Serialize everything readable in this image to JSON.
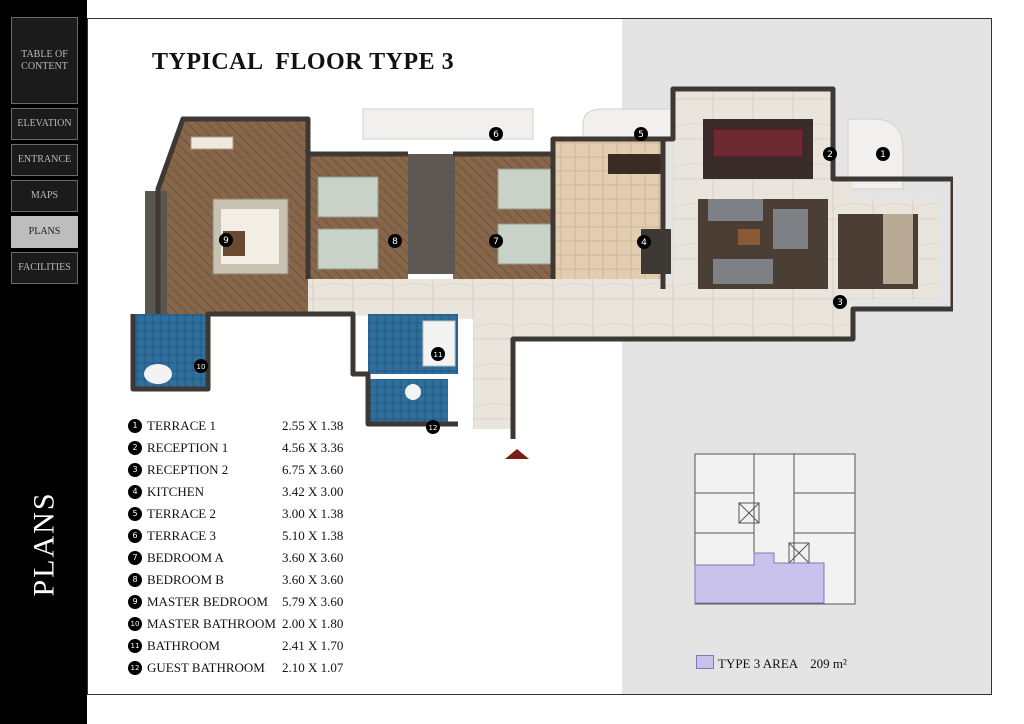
{
  "nav": {
    "items": [
      {
        "label": "TABLE OF CONTENT",
        "active": false
      },
      {
        "label": "ELEVATION",
        "active": false
      },
      {
        "label": "ENTRANCE",
        "active": false
      },
      {
        "label": "MAPS",
        "active": false
      },
      {
        "label": "PLANS",
        "active": true
      },
      {
        "label": "FACILITIES",
        "active": false
      }
    ],
    "section_title": "PLANS"
  },
  "page": {
    "title": "TYPICAL  FLOOR TYPE 3"
  },
  "rooms": [
    {
      "num": "1",
      "name": "TERRACE 1",
      "dims": "2.55 X 1.38"
    },
    {
      "num": "2",
      "name": "RECEPTION 1",
      "dims": "4.56 X 3.36"
    },
    {
      "num": "3",
      "name": "RECEPTION 2",
      "dims": "6.75 X 3.60"
    },
    {
      "num": "4",
      "name": "KITCHEN",
      "dims": "3.42 X 3.00"
    },
    {
      "num": "5",
      "name": "TERRACE 2",
      "dims": "3.00 X 1.38"
    },
    {
      "num": "6",
      "name": "TERRACE 3",
      "dims": "5.10 X 1.38"
    },
    {
      "num": "7",
      "name": "BEDROOM A",
      "dims": "3.60 X 3.60"
    },
    {
      "num": "8",
      "name": "BEDROOM B",
      "dims": "3.60 X 3.60"
    },
    {
      "num": "9",
      "name": "MASTER BEDROOM",
      "dims": "5.79 X 3.60"
    },
    {
      "num": "10",
      "name": "MASTER BATHROOM",
      "dims": "2.00 X 1.80"
    },
    {
      "num": "11",
      "name": "BATHROOM",
      "dims": "2.41 X 1.70"
    },
    {
      "num": "12",
      "name": "GUEST BATHROOM",
      "dims": "2.10 X 1.07"
    }
  ],
  "area_legend": {
    "label": "TYPE 3  AREA",
    "value": "209 m²",
    "color": "#c9c2ec"
  },
  "colors": {
    "sidebar": "#000000",
    "panel": "#e4e4e4",
    "floor_wood": "#8a6a4c",
    "floor_marble": "#e7e2da",
    "wall": "#4a4440",
    "tile_blue": "#2f6f9e"
  }
}
